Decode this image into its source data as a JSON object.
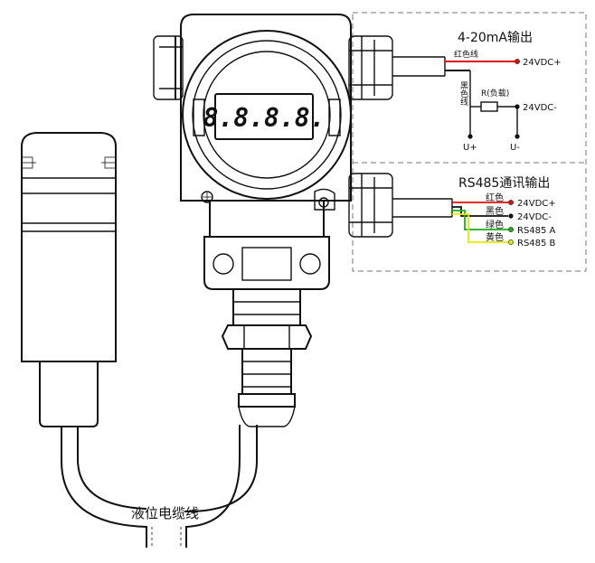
{
  "display": {
    "digits": "8.8.8.8."
  },
  "section_analog": {
    "title": "4-20mA输出",
    "wire_red": "红色线",
    "wire_black": "黑色线",
    "terminal_plus": "24VDC+",
    "terminal_minus": "24VDC-",
    "load_label": "R(负载)",
    "u_plus": "U+",
    "u_minus": "U-"
  },
  "section_rs485": {
    "title": "RS485通讯输出",
    "wires": [
      {
        "label": "红色",
        "terminal": "24VDC+",
        "color": "#e01010"
      },
      {
        "label": "黑色",
        "terminal": "24VDC-",
        "color": "#111111"
      },
      {
        "label": "绿色",
        "terminal": "RS485 A",
        "color": "#19b019"
      },
      {
        "label": "黄色",
        "terminal": "RS485 B",
        "color": "#e8e800"
      }
    ]
  },
  "cable_label": "液位电缆线",
  "colors": {
    "red": "#e01010",
    "black": "#111111",
    "green": "#19b019",
    "yellow": "#e8e800",
    "dash": "#777777"
  }
}
